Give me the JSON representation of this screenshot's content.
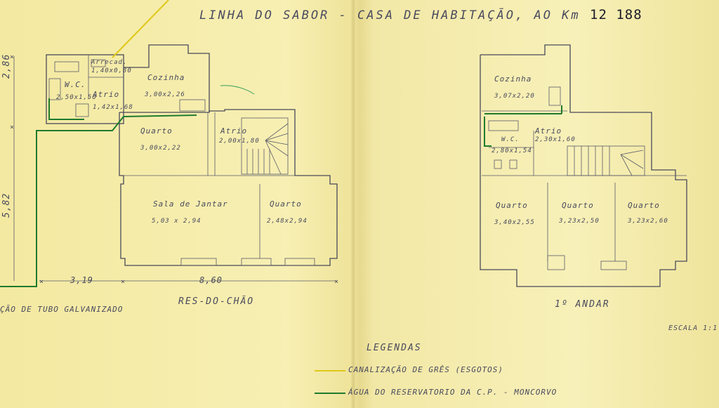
{
  "title": "LINHA DO SABOR - CASA DE HABITAÇÃO, AO Km",
  "km": "12 188",
  "ground": {
    "caption": "RES-DO-CHÃO",
    "rooms": [
      {
        "name": "Arrecad.",
        "dim": "1,40x0,80"
      },
      {
        "name": "W.C.",
        "dim": "2,50x1,50"
      },
      {
        "name": "Atrio",
        "dim": "1,42x1,68"
      },
      {
        "name": "Cozinha",
        "dim": "3,00x2,26"
      },
      {
        "name": "Quarto",
        "dim": "3,00x2,22"
      },
      {
        "name": "Atrio",
        "dim": "2,00x1,80"
      },
      {
        "name": "Sala de Jantar",
        "dim": "5,03 x 2,94"
      },
      {
        "name": "Quarto",
        "dim": "2,48x2,94"
      }
    ],
    "dims": {
      "left_top": "2,86",
      "left_bottom": "5,82",
      "bottom_left": "3,19",
      "bottom_main": "8,60"
    }
  },
  "first": {
    "caption": "1º ANDAR",
    "rooms": [
      {
        "name": "Cozinha",
        "dim": "3,07x2,20"
      },
      {
        "name": "Atrio",
        "dim": "2,30x1,60"
      },
      {
        "name": "W.C.",
        "dim": "2,80x1,54"
      },
      {
        "name": "Quarto",
        "dim": "3,40x2,55"
      },
      {
        "name": "Quarto",
        "dim": "3,23x2,50"
      },
      {
        "name": "Quarto",
        "dim": "3,23x2,60"
      }
    ]
  },
  "pipe_note": "ÇÃO DE TUBO GALVANIZADO",
  "scale": "ESCALA 1:1",
  "legend": {
    "heading": "LEGENDAS",
    "items": [
      {
        "label": "CANALIZAÇÃO DE GRÊS (ESGOTOS)",
        "color": "#e0c81a"
      },
      {
        "label": "ÁGUA DO RESERVATORIO DA C.P. - MONCORVO",
        "color": "#1f7a2e"
      }
    ]
  },
  "colors": {
    "ink": "#4a4a5a",
    "paper": "#f5eda8",
    "yellow_line": "#e0c81a",
    "green_line": "#1f7a2e"
  }
}
